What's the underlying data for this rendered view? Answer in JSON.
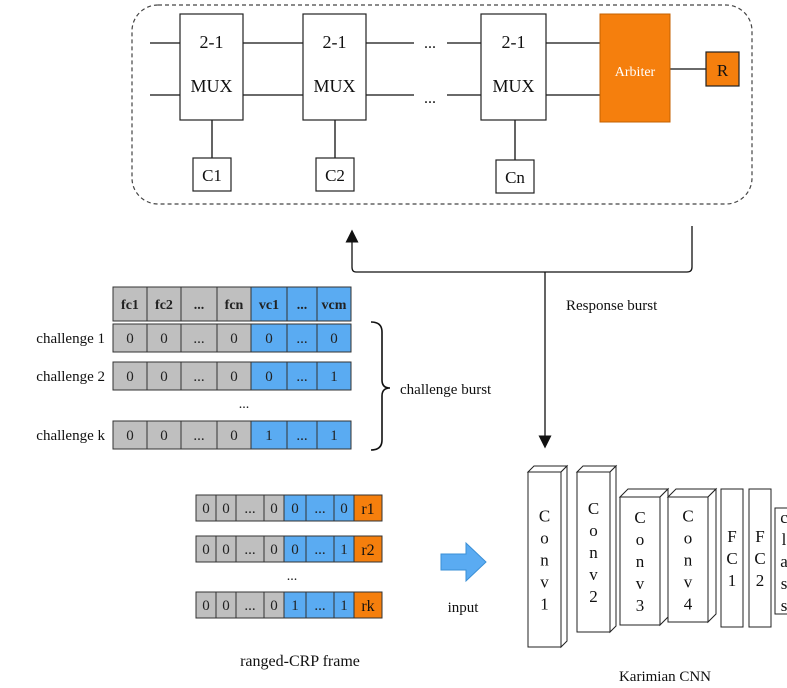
{
  "puf": {
    "mux_label_top": "2-1",
    "mux_label_bottom": "MUX",
    "ellipsis": "...",
    "challenges": [
      "C1",
      "C2",
      "Cn"
    ],
    "arbiter_label": "Arbiter",
    "response_label": "R"
  },
  "arrows": {
    "response_burst": "Response burst",
    "challenge_burst": "challenge burst"
  },
  "challenge_table": {
    "headers": [
      "fc1",
      "fc2",
      "...",
      "fcn",
      "vc1",
      "...",
      "vcm"
    ],
    "rows": [
      {
        "label": "challenge 1",
        "cells": [
          "0",
          "0",
          "...",
          "0",
          "0",
          "...",
          "0"
        ]
      },
      {
        "label": "challenge 2",
        "cells": [
          "0",
          "0",
          "...",
          "0",
          "0",
          "...",
          "1"
        ]
      },
      {
        "label": "challenge k",
        "cells": [
          "0",
          "0",
          "...",
          "0",
          "1",
          "...",
          "1"
        ]
      }
    ],
    "gap_ellipsis": "..."
  },
  "crp_frame": {
    "rows": [
      {
        "cells": [
          "0",
          "0",
          "...",
          "0",
          "0",
          "...",
          "0"
        ],
        "response": "r1"
      },
      {
        "cells": [
          "0",
          "0",
          "...",
          "0",
          "0",
          "...",
          "1"
        ],
        "response": "r2"
      },
      {
        "cells": [
          "0",
          "0",
          "...",
          "0",
          "1",
          "...",
          "1"
        ],
        "response": "rk"
      }
    ],
    "gap_ellipsis": "...",
    "caption": "ranged-CRP frame"
  },
  "input_label": "input",
  "cnn": {
    "layers": [
      {
        "label": "Conv1"
      },
      {
        "label": "Conv2"
      },
      {
        "label": "Conv3"
      },
      {
        "label": "Conv4"
      },
      {
        "label": "FC1"
      },
      {
        "label": "FC2"
      },
      {
        "label": "class"
      }
    ],
    "caption": "Karimian CNN"
  },
  "colors": {
    "gray": "#bfbfbf",
    "blue": "#5aabf2",
    "orange": "#f57f0d",
    "border": "#333333"
  }
}
